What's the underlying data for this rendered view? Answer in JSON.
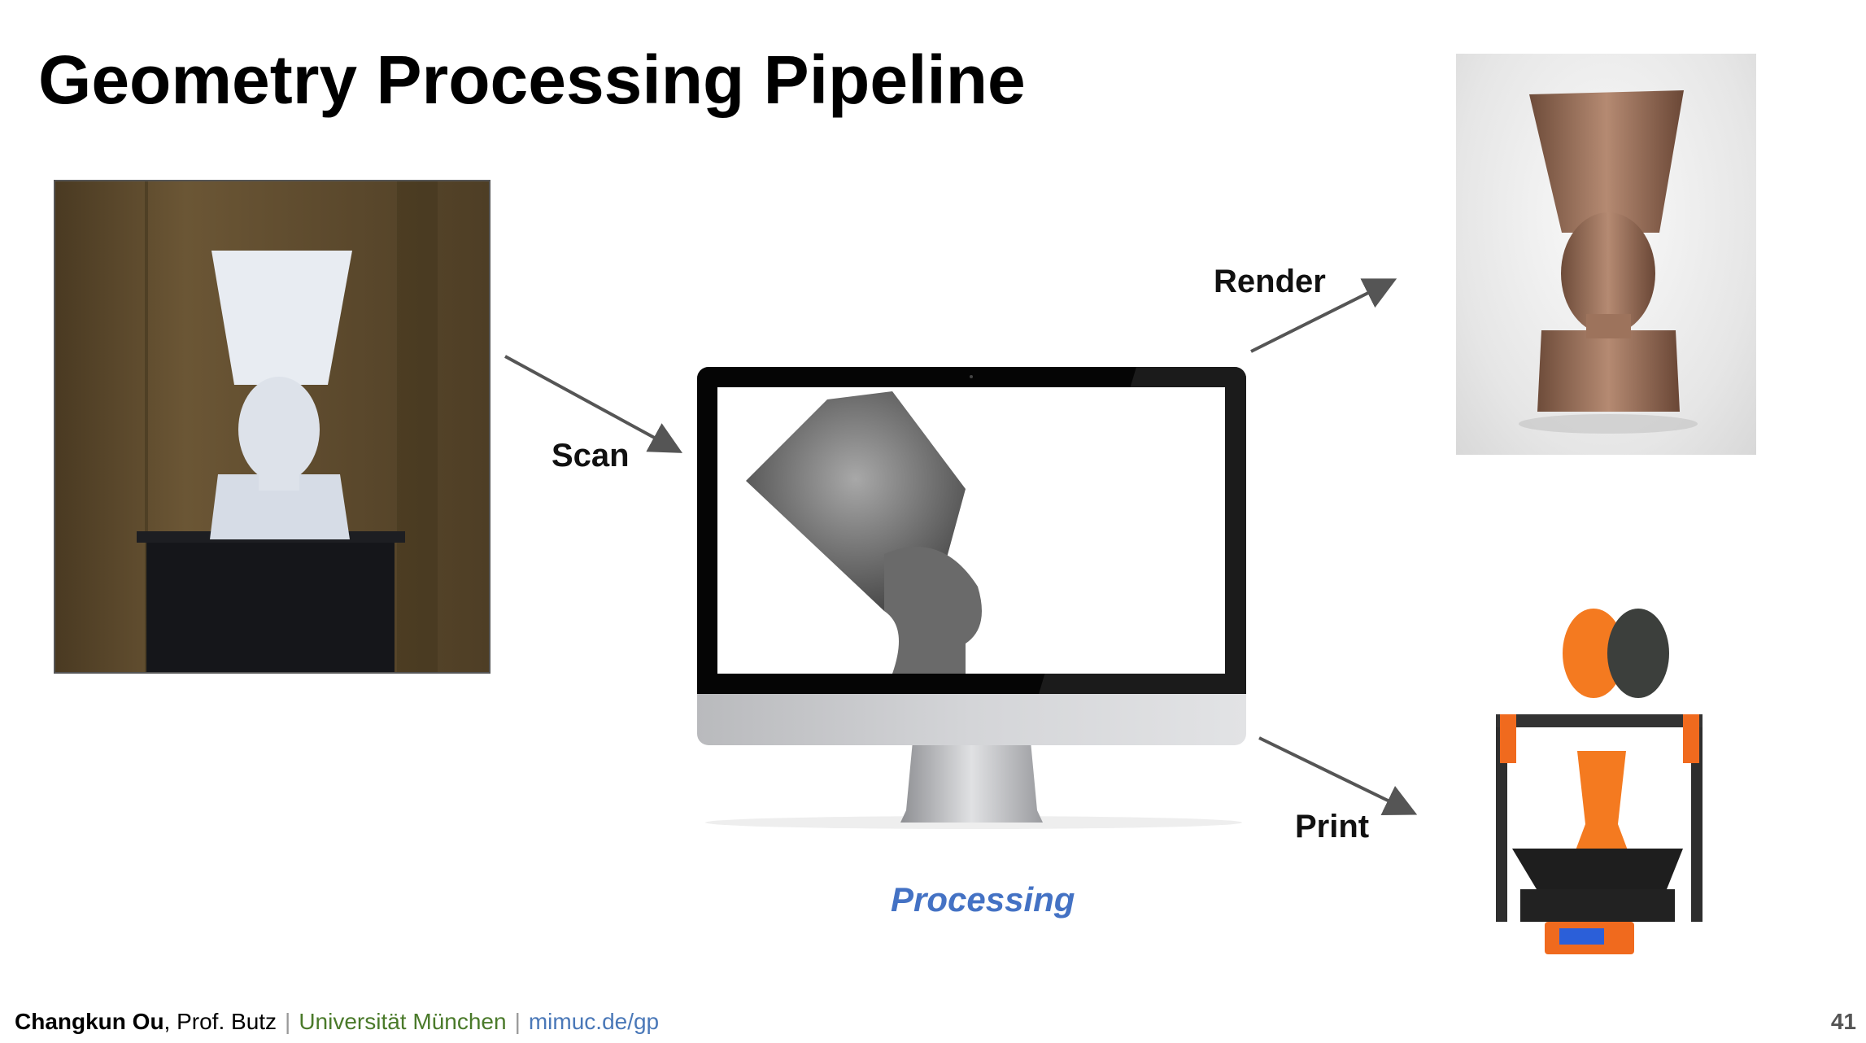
{
  "slide": {
    "title": "Geometry Processing Pipeline",
    "labels": {
      "scan": "Scan",
      "render": "Render",
      "print": "Print",
      "processing": "Processing"
    },
    "footer": {
      "author": "Changkun Ou",
      "separator_comma": ", ",
      "coauthor": "Prof. Butz",
      "separator": "|",
      "university": "Universität München",
      "url": "mimuc.de/gp"
    },
    "page_number": "41",
    "colors": {
      "processing": "#4472c4",
      "university": "#4a7a2a",
      "url": "#4a78b8"
    }
  }
}
